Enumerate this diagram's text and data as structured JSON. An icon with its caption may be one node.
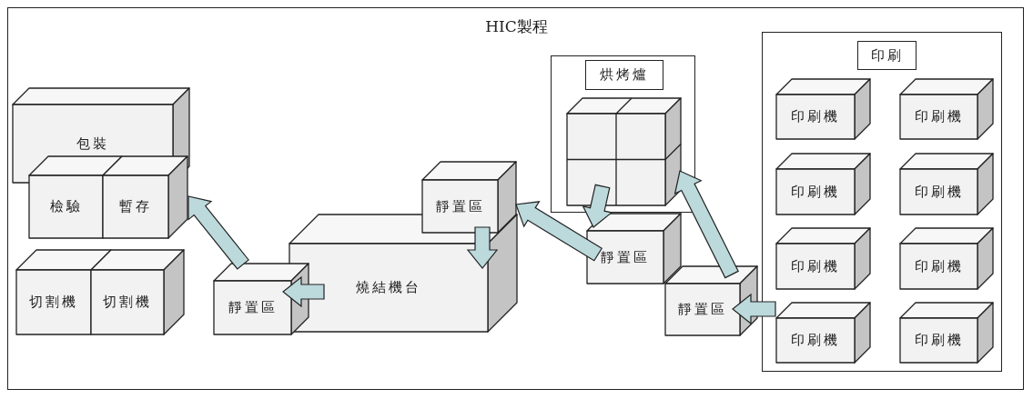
{
  "diagram": {
    "title": "HIC製程",
    "nodes": [
      {
        "text": [
          "包裝"
        ]
      },
      {
        "text": [
          "檢驗"
        ]
      },
      {
        "text": [
          "暫存"
        ]
      },
      {
        "text": [
          "切割機"
        ]
      },
      {
        "text": [
          "切割機"
        ]
      },
      {
        "text": [
          "靜置區"
        ]
      },
      {
        "text": [
          "燒結機台"
        ]
      },
      {
        "text": [
          "靜置區"
        ]
      },
      {
        "text": [
          "烘烤爐"
        ]
      },
      {
        "text": [],
        "shape": "box",
        "in": 8
      },
      {
        "text": [
          "靜置區"
        ]
      },
      {
        "text": [
          "靜置區"
        ]
      },
      {
        "text": [
          "印刷"
        ]
      },
      {
        "text": [
          "印刷機"
        ],
        "in": 12
      },
      {
        "text": [
          "印刷機"
        ],
        "in": 12
      },
      {
        "text": [
          "印刷機"
        ],
        "in": 12
      },
      {
        "text": [
          "印刷機"
        ],
        "in": 12
      },
      {
        "text": [
          "印刷機"
        ],
        "in": 12
      },
      {
        "text": [
          "印刷機"
        ],
        "in": 12
      },
      {
        "text": [
          "印刷機"
        ],
        "in": 12
      },
      {
        "text": [
          "印刷機"
        ],
        "in": 12
      }
    ],
    "edges": [
      {
        "from": 5,
        "to": 2,
        "arrow": "to"
      },
      {
        "from": 6,
        "to": 5,
        "arrow": "to"
      },
      {
        "from": 7,
        "to": 6,
        "arrow": "to"
      },
      {
        "from": 10,
        "to": 7,
        "arrow": "to"
      },
      {
        "from": 9,
        "to": 10,
        "arrow": "to"
      },
      {
        "from": 11,
        "to": 9,
        "arrow": "to"
      },
      {
        "from": 19,
        "to": 11,
        "arrow": "to"
      }
    ]
  }
}
